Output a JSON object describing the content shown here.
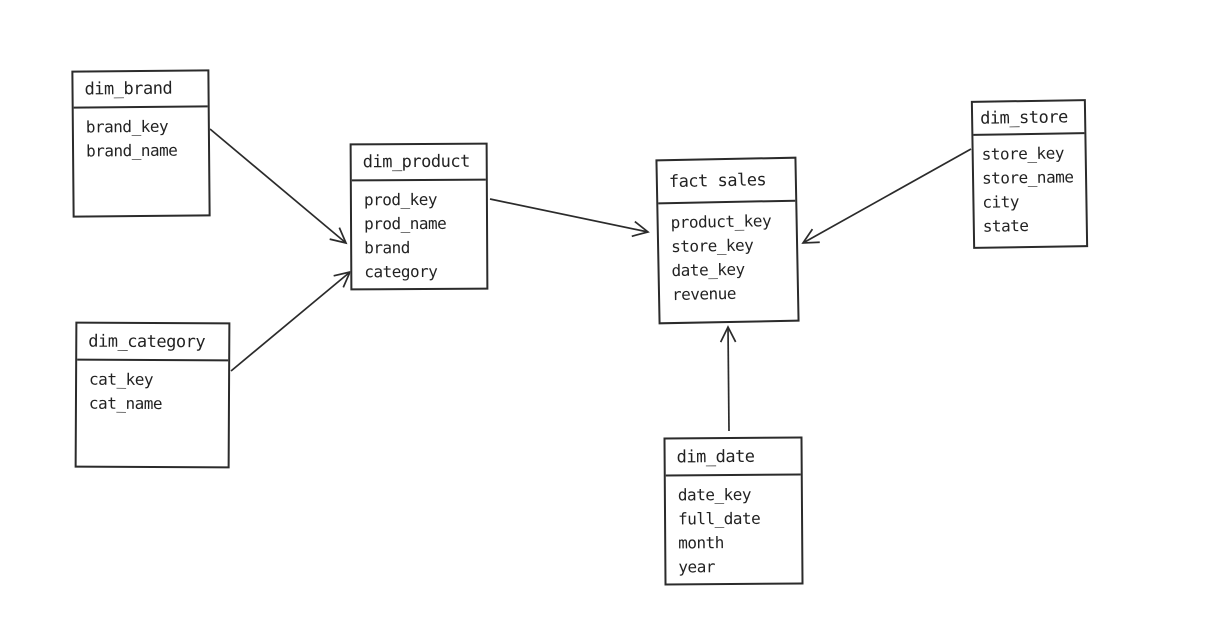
{
  "diagram_type": "star-schema-er-diagram",
  "tables": {
    "dim_brand": {
      "title": "dim_brand",
      "fields": [
        "brand_key",
        "brand_name"
      ]
    },
    "dim_category": {
      "title": "dim_category",
      "fields": [
        "cat_key",
        "cat_name"
      ]
    },
    "dim_product": {
      "title": "dim_product",
      "fields": [
        "prod_key",
        "prod_name",
        "brand",
        "category"
      ]
    },
    "fact_sales": {
      "title": "fact sales",
      "fields": [
        "product_key",
        "store_key",
        "date_key",
        "revenue"
      ]
    },
    "dim_store": {
      "title": "dim_store",
      "fields": [
        "store_key",
        "store_name",
        "city",
        "state"
      ]
    },
    "dim_date": {
      "title": "dim_date",
      "fields": [
        "date_key",
        "full_date",
        "month",
        "year"
      ]
    }
  },
  "relationships": [
    {
      "from": "dim_brand",
      "to": "dim_product"
    },
    {
      "from": "dim_category",
      "to": "dim_product"
    },
    {
      "from": "dim_product",
      "to": "fact_sales"
    },
    {
      "from": "dim_store",
      "to": "fact_sales"
    },
    {
      "from": "dim_date",
      "to": "fact_sales"
    }
  ],
  "colors": {
    "stroke": "#2b2b2b",
    "background": "#ffffff"
  }
}
